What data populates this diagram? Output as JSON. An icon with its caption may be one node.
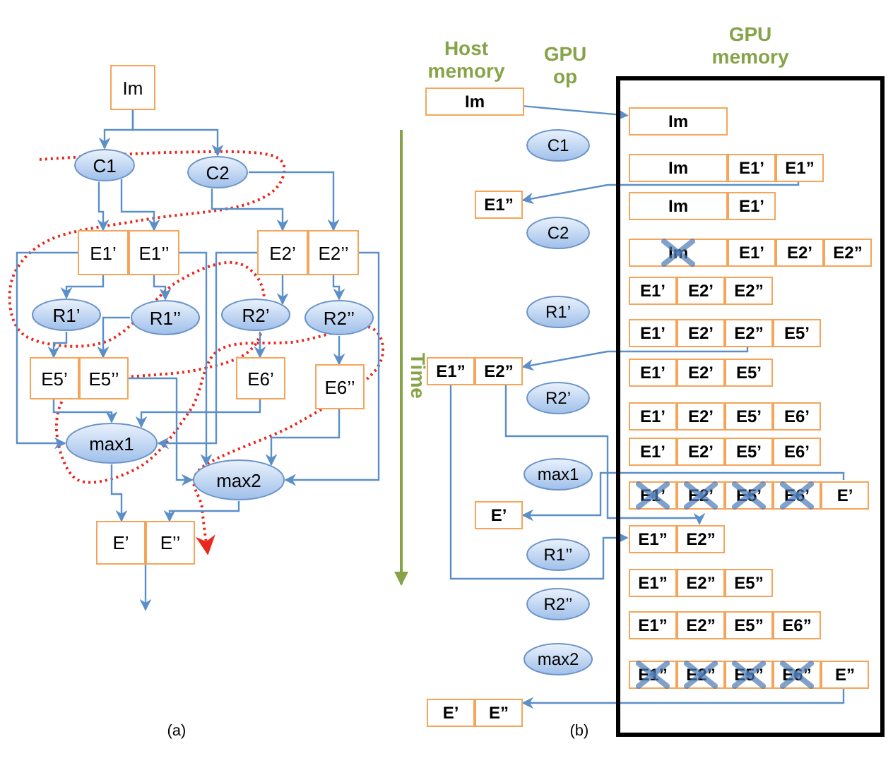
{
  "diagram": {
    "nodes": [
      {
        "text": [
          "Im"
        ]
      },
      {
        "text": [
          "C1"
        ]
      },
      {
        "text": [
          "C2"
        ]
      },
      {
        "text": [
          "E1’"
        ]
      },
      {
        "text": [
          "E1’’"
        ]
      },
      {
        "text": [
          "E2’"
        ]
      },
      {
        "text": [
          "E2’’"
        ]
      },
      {
        "text": [
          "R1’"
        ]
      },
      {
        "text": [
          "R1’’"
        ]
      },
      {
        "text": [
          "R2’"
        ]
      },
      {
        "text": [
          "R2’’"
        ]
      },
      {
        "text": [
          "E5’"
        ]
      },
      {
        "text": [
          "E5’’"
        ]
      },
      {
        "text": [
          "E6’"
        ]
      },
      {
        "text": [
          "E6’’"
        ]
      },
      {
        "text": [
          "max1"
        ]
      },
      {
        "text": [
          "max2"
        ]
      },
      {
        "text": [
          "E’"
        ]
      },
      {
        "text": [
          "E’’"
        ]
      },
      {
        "text": [
          "Im"
        ]
      },
      {
        "text": [
          "E1”"
        ]
      },
      {
        "text": [
          "E1”"
        ]
      },
      {
        "text": [
          "E2”"
        ]
      },
      {
        "text": [
          "E’"
        ]
      },
      {
        "text": [
          "E’"
        ]
      },
      {
        "text": [
          "E”"
        ]
      },
      {
        "text": [
          "C1"
        ]
      },
      {
        "text": [
          "C2"
        ]
      },
      {
        "text": [
          "R1’"
        ]
      },
      {
        "text": [
          "R2’"
        ]
      },
      {
        "text": [
          "max1"
        ]
      },
      {
        "text": [
          "R1’’"
        ]
      },
      {
        "text": [
          "R2’’"
        ]
      },
      {
        "text": [
          "max2"
        ]
      },
      {
        "text": [
          "GPU memory"
        ]
      },
      {
        "text": [
          "Im"
        ],
        "in": 34
      },
      {
        "text": [
          "Im"
        ],
        "in": 34
      },
      {
        "text": [
          "E1’"
        ],
        "in": 34
      },
      {
        "text": [
          "E1”"
        ],
        "in": 34
      },
      {
        "text": [
          "Im"
        ],
        "in": 34
      },
      {
        "text": [
          "E1’"
        ],
        "in": 34
      },
      {
        "text": [
          "Im"
        ],
        "in": 34
      },
      {
        "text": [
          "E1’"
        ],
        "in": 34
      },
      {
        "text": [
          "E2’"
        ],
        "in": 34
      },
      {
        "text": [
          "E2”"
        ],
        "in": 34
      },
      {
        "text": [
          "E1’"
        ],
        "in": 34
      },
      {
        "text": [
          "E2’"
        ],
        "in": 34
      },
      {
        "text": [
          "E2”"
        ],
        "in": 34
      },
      {
        "text": [
          "E1’"
        ],
        "in": 34
      },
      {
        "text": [
          "E2’"
        ],
        "in": 34
      },
      {
        "text": [
          "E2”"
        ],
        "in": 34
      },
      {
        "text": [
          "E5’"
        ],
        "in": 34
      },
      {
        "text": [
          "E1’"
        ],
        "in": 34
      },
      {
        "text": [
          "E2’"
        ],
        "in": 34
      },
      {
        "text": [
          "E5’"
        ],
        "in": 34
      },
      {
        "text": [
          "E1’"
        ],
        "in": 34
      },
      {
        "text": [
          "E2’"
        ],
        "in": 34
      },
      {
        "text": [
          "E5’"
        ],
        "in": 34
      },
      {
        "text": [
          "E6’"
        ],
        "in": 34
      },
      {
        "text": [
          "E1’"
        ],
        "in": 34
      },
      {
        "text": [
          "E2’"
        ],
        "in": 34
      },
      {
        "text": [
          "E5’"
        ],
        "in": 34
      },
      {
        "text": [
          "E6’"
        ],
        "in": 34
      },
      {
        "text": [
          "E1’"
        ],
        "in": 34
      },
      {
        "text": [
          "E2’"
        ],
        "in": 34
      },
      {
        "text": [
          "E5’"
        ],
        "in": 34
      },
      {
        "text": [
          "E6’"
        ],
        "in": 34
      },
      {
        "text": [
          "E’"
        ],
        "in": 34
      },
      {
        "text": [
          "E1”"
        ],
        "in": 34
      },
      {
        "text": [
          "E2”"
        ],
        "in": 34
      },
      {
        "text": [
          "E1”"
        ],
        "in": 34
      },
      {
        "text": [
          "E2”"
        ],
        "in": 34
      },
      {
        "text": [
          "E5”"
        ],
        "in": 34
      },
      {
        "text": [
          "E1”"
        ],
        "in": 34
      },
      {
        "text": [
          "E2”"
        ],
        "in": 34
      },
      {
        "text": [
          "E5”"
        ],
        "in": 34
      },
      {
        "text": [
          "E6”"
        ],
        "in": 34
      },
      {
        "text": [
          "E1”"
        ],
        "in": 34
      },
      {
        "text": [
          "E2”"
        ],
        "in": 34
      },
      {
        "text": [
          "E5”"
        ],
        "in": 34
      },
      {
        "text": [
          "E6”"
        ],
        "in": 34
      },
      {
        "text": [
          "E”"
        ],
        "in": 34
      }
    ],
    "edges": [
      {
        "from": 0,
        "to": 1,
        "arrow": "to"
      },
      {
        "from": 0,
        "to": 2,
        "arrow": "to"
      },
      {
        "from": 1,
        "to": 3,
        "arrow": "to"
      },
      {
        "from": 1,
        "to": 4,
        "arrow": "to"
      },
      {
        "from": 2,
        "to": 5,
        "arrow": "to"
      },
      {
        "from": 2,
        "to": 6,
        "arrow": "to"
      },
      {
        "from": 3,
        "to": 7,
        "arrow": "to"
      },
      {
        "from": 4,
        "to": 8,
        "arrow": "to"
      },
      {
        "from": 5,
        "to": 9,
        "arrow": "to"
      },
      {
        "from": 6,
        "to": 10,
        "arrow": "to"
      },
      {
        "from": 7,
        "to": 11,
        "arrow": "to"
      },
      {
        "from": 8,
        "to": 12,
        "arrow": "to"
      },
      {
        "from": 9,
        "to": 13,
        "arrow": "to"
      },
      {
        "from": 10,
        "to": 14,
        "arrow": "to"
      },
      {
        "from": 3,
        "to": 15,
        "arrow": "to"
      },
      {
        "from": 11,
        "to": 15,
        "arrow": "to"
      },
      {
        "from": 13,
        "to": 15,
        "arrow": "to"
      },
      {
        "from": 5,
        "to": 15,
        "arrow": "to"
      },
      {
        "from": 4,
        "to": 16,
        "arrow": "to"
      },
      {
        "from": 12,
        "to": 16,
        "arrow": "to"
      },
      {
        "from": 14,
        "to": 16,
        "arrow": "to"
      },
      {
        "from": 6,
        "to": 16,
        "arrow": "to"
      },
      {
        "from": 15,
        "to": 17,
        "arrow": "to"
      },
      {
        "from": 16,
        "to": 18,
        "arrow": "to"
      },
      {
        "from": 17,
        "to": null,
        "arrow": "to"
      },
      {
        "from": 19,
        "to": 35,
        "arrow": "to"
      },
      {
        "from": 38,
        "to": 20,
        "arrow": "to"
      },
      {
        "from": 50,
        "to": 22,
        "arrow": "to"
      },
      {
        "from": 21,
        "to": 68,
        "arrow": "to"
      },
      {
        "from": 22,
        "to": 69,
        "arrow": "to"
      },
      {
        "from": 67,
        "to": 23,
        "arrow": "to"
      },
      {
        "from": 81,
        "to": 25,
        "arrow": "to"
      }
    ],
    "labels": [
      "Host memory",
      "GPU op",
      "Time",
      "(a)",
      "(b)"
    ]
  }
}
